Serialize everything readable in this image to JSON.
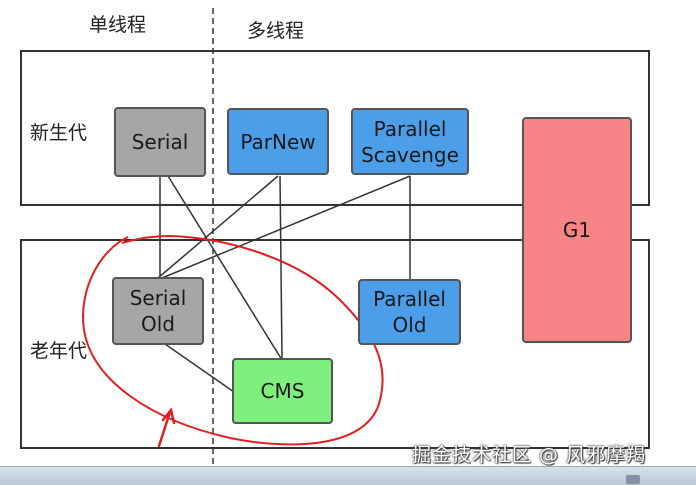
{
  "headers": {
    "single_thread": "单线程",
    "multi_thread": "多线程"
  },
  "regions": {
    "young": "新生代",
    "old": "老年代"
  },
  "collectors": {
    "serial": "Serial",
    "parnew": "ParNew",
    "parallel_scavenge": [
      "Parallel",
      "Scavenge"
    ],
    "serial_old": [
      "Serial",
      "Old"
    ],
    "parallel_old": [
      "Parallel",
      "Old"
    ],
    "cms": "CMS",
    "g1": "G1"
  },
  "connections": [
    [
      "serial",
      "serial_old"
    ],
    [
      "serial",
      "cms"
    ],
    [
      "parnew",
      "serial_old"
    ],
    [
      "parnew",
      "cms"
    ],
    [
      "parallel_scavenge",
      "serial_old"
    ],
    [
      "parallel_scavenge",
      "parallel_old"
    ],
    [
      "serial_old",
      "cms"
    ]
  ],
  "colors": {
    "serial_family": "#a6a6a6",
    "parallel_family": "#4c9ee9",
    "cms": "#7ef07e",
    "g1": "#f78587",
    "annotation": "#e02020"
  },
  "watermark": "掘金技术社区 @ 风邪摩羯"
}
